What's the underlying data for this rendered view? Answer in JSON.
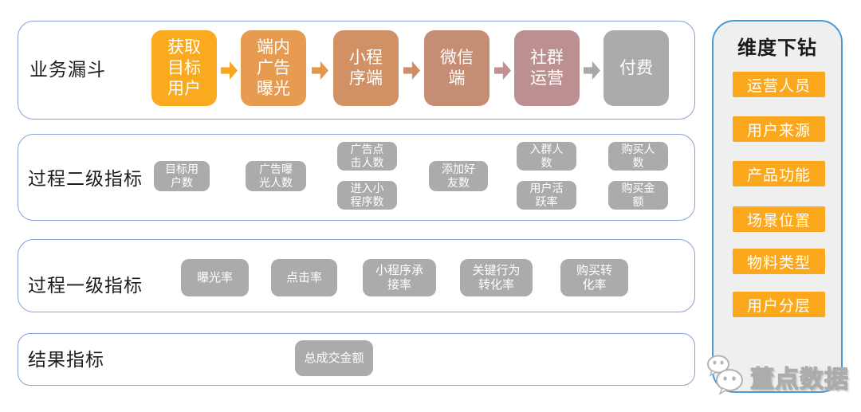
{
  "rows": {
    "funnel": {
      "label": "业务漏斗",
      "stages": [
        {
          "label": "获取\n目标\n用户",
          "color": "#FAAA1E"
        },
        {
          "label": "端内\n广告\n曝光",
          "color": "#E69B51"
        },
        {
          "label": "小程\n序端",
          "color": "#D09264"
        },
        {
          "label": "微信\n端",
          "color": "#C58D74"
        },
        {
          "label": "社群\n运营",
          "color": "#BC9090"
        },
        {
          "label": "付费",
          "color": "#ACABAB"
        }
      ],
      "arrows": [
        "#F6A71F",
        "#E2984A",
        "#CE8F66",
        "#C09092",
        "#A9A8A8"
      ]
    },
    "secondary": {
      "label": "过程二级指标",
      "boxes": [
        {
          "label": "目标用\n户数"
        },
        {
          "label": "广告曝\n光人数"
        },
        {
          "label": "广告点\n击人数"
        },
        {
          "label": "进入小\n程序数"
        },
        {
          "label": "添加好\n友数"
        },
        {
          "label": "入群人\n数"
        },
        {
          "label": "用户活\n跃率"
        },
        {
          "label": "购买人\n数"
        },
        {
          "label": "购买金\n额"
        }
      ]
    },
    "primary": {
      "label": "过程一级指标",
      "boxes": [
        {
          "label": "曝光率"
        },
        {
          "label": "点击率"
        },
        {
          "label": "小程序承\n接率"
        },
        {
          "label": "关键行为\n转化率"
        },
        {
          "label": "购买转\n化率"
        }
      ]
    },
    "result": {
      "label": "结果指标",
      "boxes": [
        {
          "label": "总成交金额"
        }
      ]
    }
  },
  "sidebar": {
    "title": "维度下钻",
    "items": [
      {
        "label": "运营人员"
      },
      {
        "label": "用户来源"
      },
      {
        "label": "产品功能"
      },
      {
        "label": "场景位置"
      },
      {
        "label": "物料类型"
      },
      {
        "label": "用户分层"
      }
    ],
    "item_color": "#FBA81C"
  },
  "watermark": {
    "text": "董点数据",
    "icon": "chat-bubbles-icon"
  },
  "palette": {
    "panel_border": "#8A9FDB",
    "sidebar_border": "#4A9BD5",
    "sidebar_bg": "#EFEFEF",
    "gray_box": "#ABABAB",
    "white_text": "#FFFFFF"
  }
}
